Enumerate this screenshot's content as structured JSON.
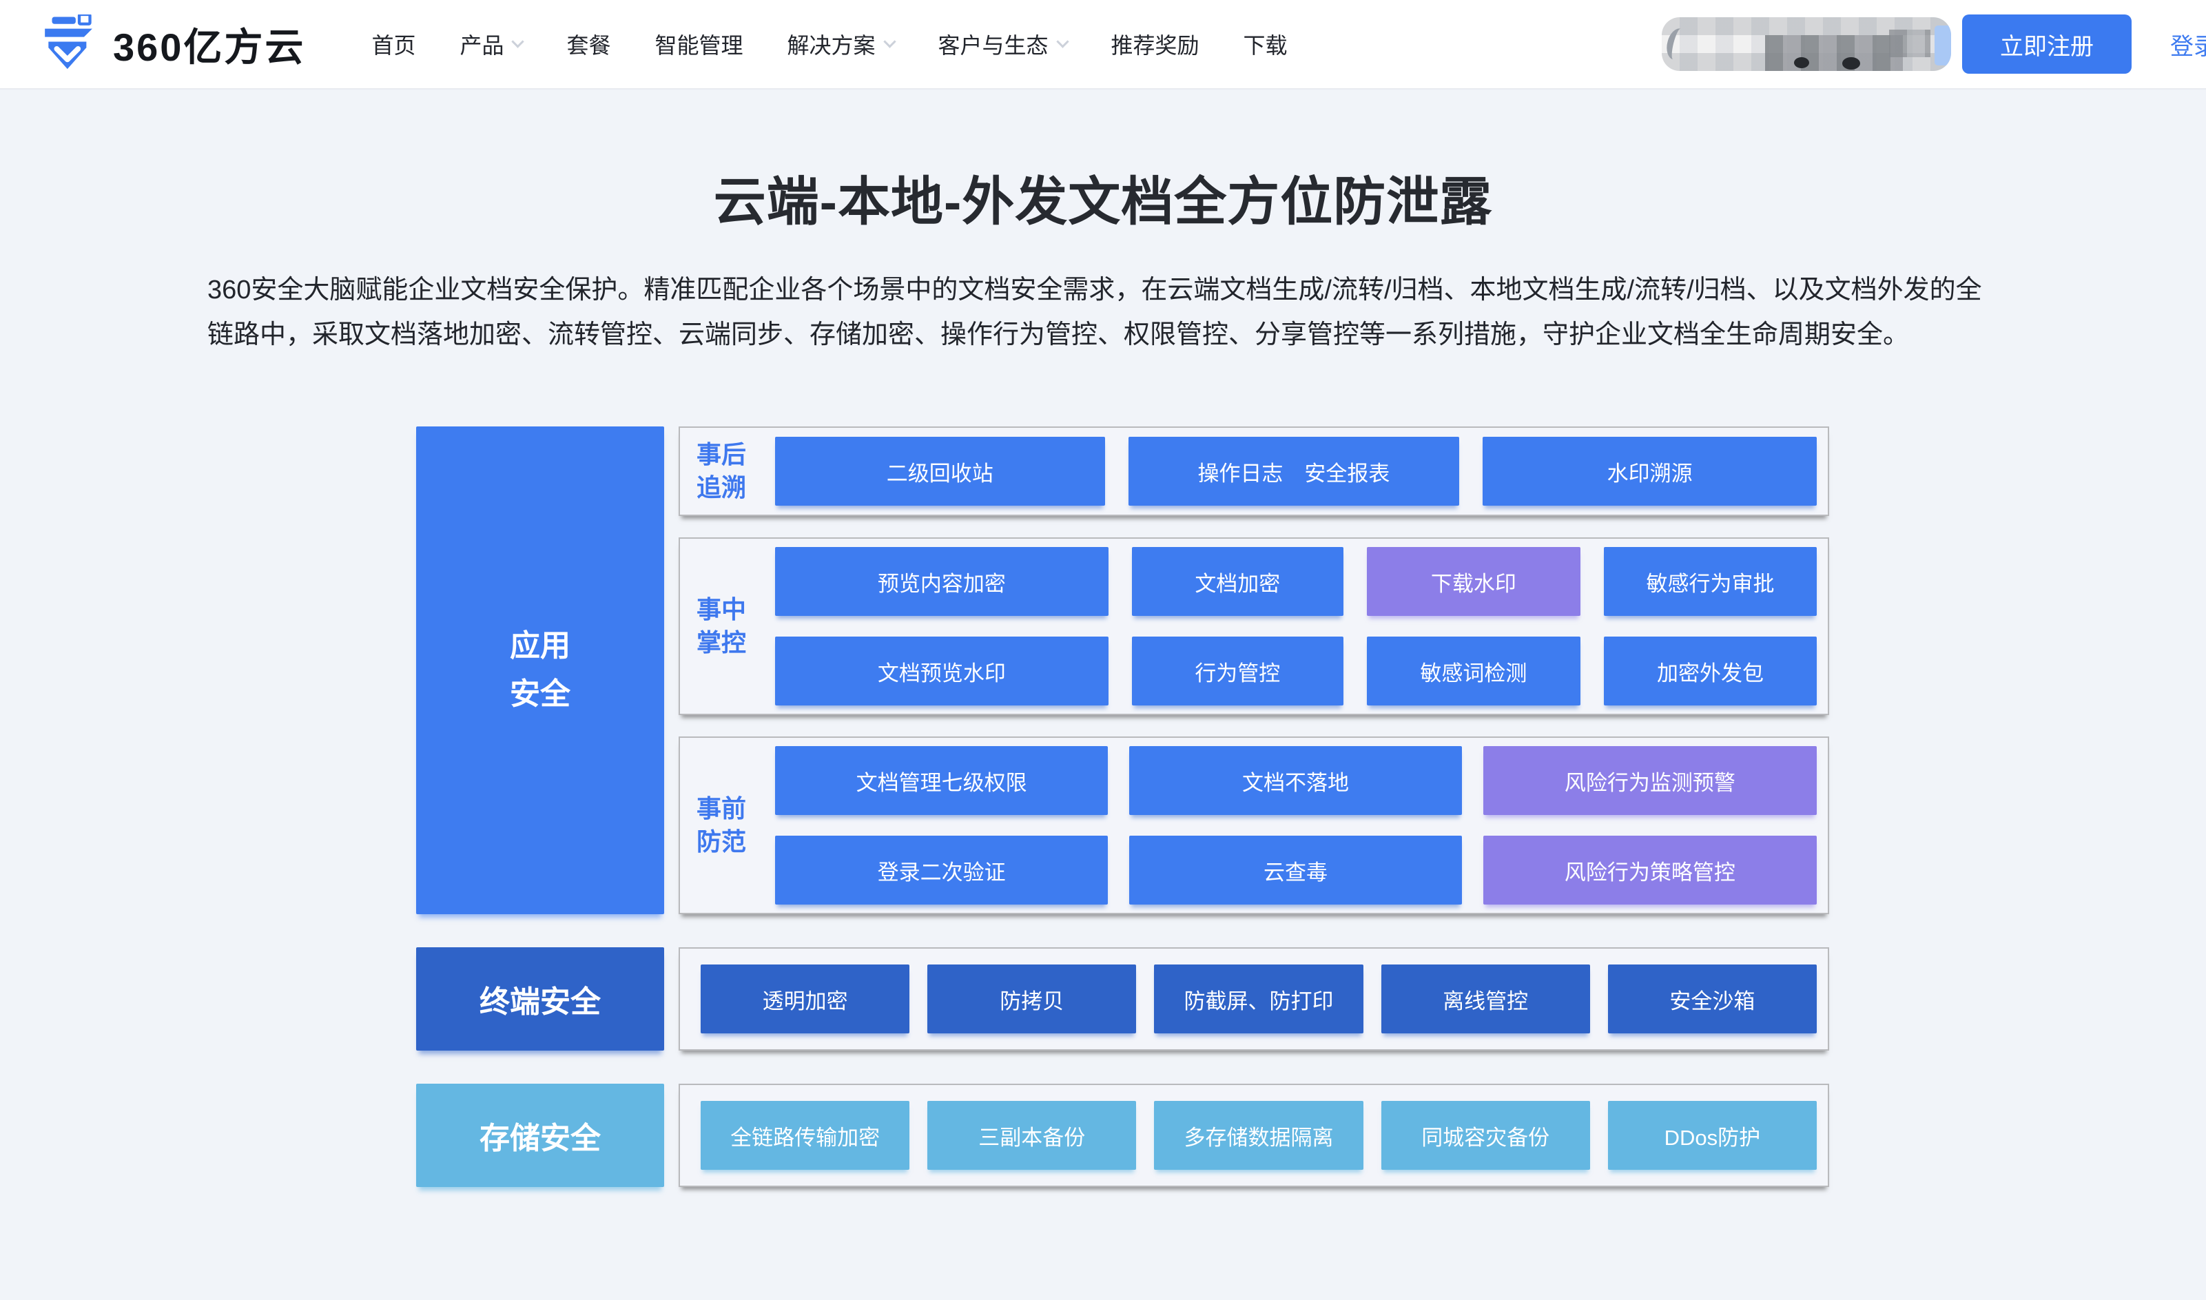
{
  "colors": {
    "primary_blue": "#3e7cf0",
    "dark_blue": "#2f63c8",
    "light_blue": "#64b7e2",
    "purple": "#8c7ee8",
    "label_blue": "#3e78ee",
    "page_background": "#f1f4f9"
  },
  "header": {
    "logo_text": "360亿方云",
    "nav": {
      "items": [
        {
          "label": "首页",
          "dropdown": false
        },
        {
          "label": "产品",
          "dropdown": true
        },
        {
          "label": "套餐",
          "dropdown": false
        },
        {
          "label": "智能管理",
          "dropdown": false
        },
        {
          "label": "解决方案",
          "dropdown": true
        },
        {
          "label": "客户与生态",
          "dropdown": true
        },
        {
          "label": "推荐奖励",
          "dropdown": false
        },
        {
          "label": "下载",
          "dropdown": false
        }
      ]
    },
    "register_label": "立即注册",
    "login_label": "登录"
  },
  "hero": {
    "title": "云端-本地-外发文档全方位防泄露",
    "description": "360安全大脑赋能企业文档安全保护。精准匹配企业各个场景中的文档安全需求，在云端文档生成/流转/归档、本地文档生成/流转/归档、以及文档外发的全链路中，采取文档落地加密、流转管控、云端同步、存储加密、操作行为管控、权限管控、分享管控等一系列措施，守护企业文档全生命周期安全。"
  },
  "diagram": {
    "app": {
      "category": "应用安全",
      "panels": [
        {
          "label": "事后追溯",
          "buttons": [
            "二级回收站",
            "操作日志　安全报表",
            "水印溯源"
          ]
        },
        {
          "label": "事中掌控",
          "buttons": [
            "预览内容加密",
            "文档加密",
            "下载水印",
            "敏感行为审批",
            "文档预览水印",
            "行为管控",
            "敏感词检测",
            "加密外发包"
          ]
        },
        {
          "label": "事前防范",
          "buttons": [
            "文档管理七级权限",
            "文档不落地",
            "风险行为监测预警",
            "登录二次验证",
            "云查毒",
            "风险行为策略管控"
          ]
        }
      ]
    },
    "terminal": {
      "category": "终端安全",
      "buttons": [
        "透明加密",
        "防拷贝",
        "防截屏、防打印",
        "离线管控",
        "安全沙箱"
      ]
    },
    "storage": {
      "category": "存储安全",
      "buttons": [
        "全链路传输加密",
        "三副本备份",
        "多存储数据隔离",
        "同城容灾备份",
        "DDos防护"
      ]
    }
  }
}
